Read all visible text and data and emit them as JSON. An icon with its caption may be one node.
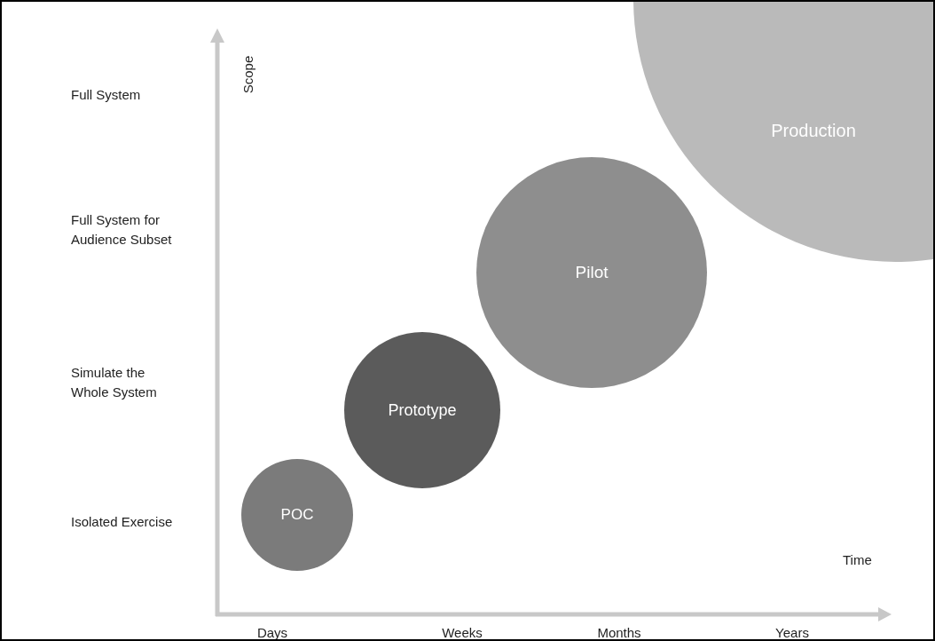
{
  "diagram": {
    "nodes": [
      {
        "text": [
          "POC"
        ]
      },
      {
        "text": [
          "Prototype"
        ]
      },
      {
        "text": [
          "Pilot"
        ]
      },
      {
        "text": [
          "Production"
        ]
      }
    ],
    "labels": [
      "Scope",
      "Full System",
      "Full System for Audience Subset",
      "Simulate the Whole System",
      "Isolated Exercise",
      "Time",
      "Days",
      "Weeks",
      "Months",
      "Years"
    ]
  }
}
